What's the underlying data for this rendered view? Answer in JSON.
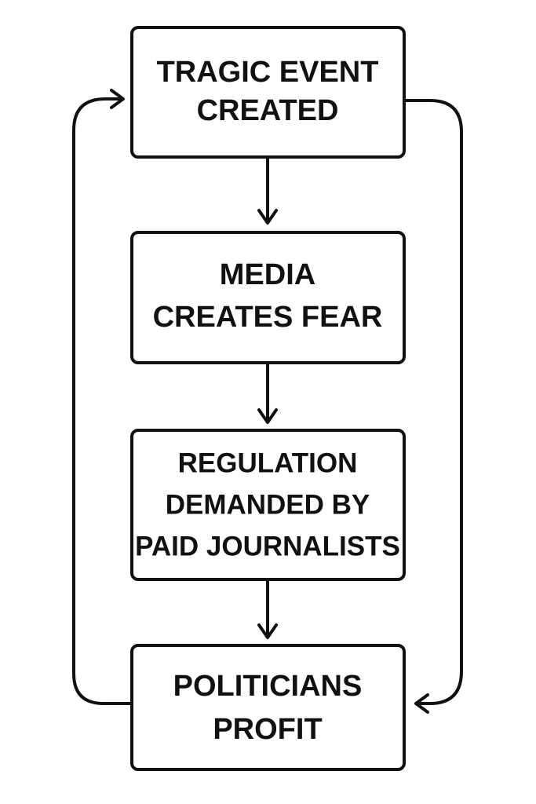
{
  "diagram": {
    "nodes": [
      {
        "id": "tragic-event",
        "lines": [
          "TRAGIC EVENT",
          "CREATED"
        ]
      },
      {
        "id": "media-fear",
        "lines": [
          "MEDIA",
          "CREATES FEAR"
        ]
      },
      {
        "id": "regulation",
        "lines": [
          "REGULATION",
          "DEMANDED BY",
          "PAID JOURNALISTS"
        ]
      },
      {
        "id": "politicians",
        "lines": [
          "POLITICIANS",
          "PROFIT"
        ]
      }
    ],
    "edges": [
      {
        "from": "tragic-event",
        "to": "media-fear"
      },
      {
        "from": "media-fear",
        "to": "regulation"
      },
      {
        "from": "regulation",
        "to": "politicians"
      },
      {
        "from": "politicians",
        "to": "tragic-event",
        "route": "left-loop"
      },
      {
        "from": "tragic-event",
        "to": "politicians",
        "route": "right-loop"
      }
    ],
    "colors": {
      "stroke": "#111111",
      "background": "#ffffff",
      "text": "#111111"
    }
  }
}
